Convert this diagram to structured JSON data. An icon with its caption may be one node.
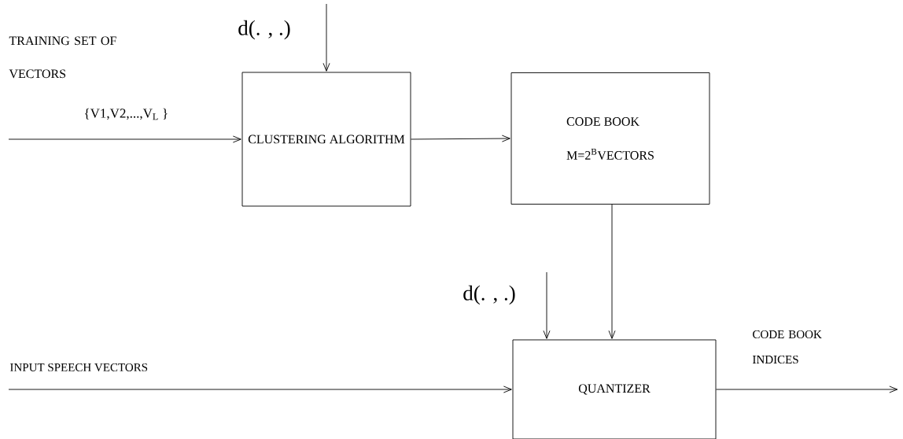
{
  "diagram": {
    "nodes": [
      {
        "text": [
          "CLUSTERING ALGORITHM"
        ]
      },
      {
        "text": [
          "CODE BOOK",
          "M=2$^{B}$VECTORS"
        ]
      },
      {
        "text": [
          "QUANTIZER"
        ]
      }
    ],
    "edges": [
      {
        "from": null,
        "to": 0,
        "arrow": "to",
        "label": "{V1,V2,...,V$_{L}$ }"
      },
      {
        "from": null,
        "to": 0,
        "arrow": "to",
        "label": "d(. , .)"
      },
      {
        "from": 0,
        "to": 1,
        "arrow": "to"
      },
      {
        "from": 1,
        "to": 2,
        "arrow": "to"
      },
      {
        "from": null,
        "to": 2,
        "arrow": "to",
        "label": "d(. , .)"
      },
      {
        "from": null,
        "to": 2,
        "arrow": "to",
        "label": "INPUT SPEECH VECTORS"
      },
      {
        "from": 2,
        "to": null,
        "arrow": "to",
        "label": "CODE BOOK INDICES"
      }
    ],
    "labels": [
      "TRAINING SET OF VECTORS"
    ]
  }
}
